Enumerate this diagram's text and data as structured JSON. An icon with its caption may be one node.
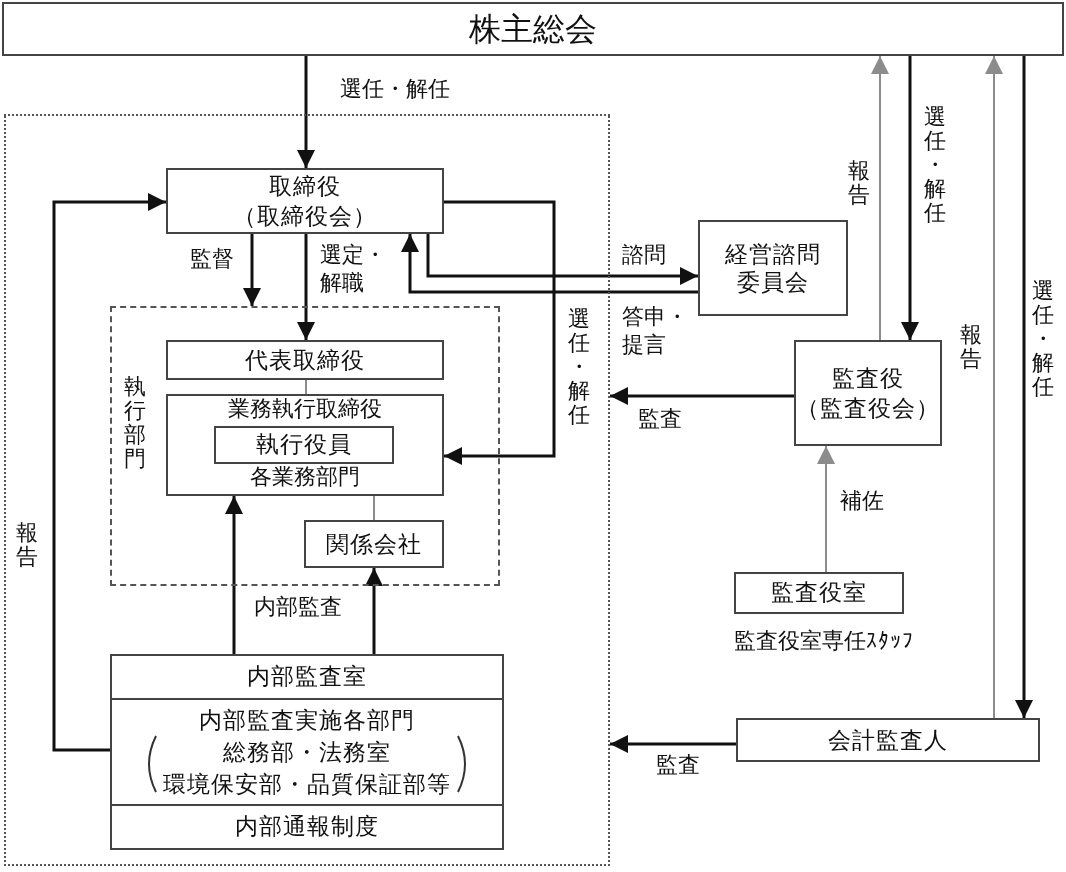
{
  "diagram": {
    "nodes": [
      {
        "text": [
          "株主総会"
        ]
      },
      {
        "text": [],
        "shape": "box"
      },
      {
        "text": [
          "取締役",
          "（取締役会）"
        ],
        "in": 1
      },
      {
        "text": [
          "経営諮問委員会"
        ]
      },
      {
        "text": [
          "執行部門"
        ],
        "in": 1
      },
      {
        "text": [
          "代表取締役"
        ],
        "in": 4
      },
      {
        "text": [
          "業務執行取締役",
          "各業務部門"
        ],
        "in": 4
      },
      {
        "text": [
          "執行役員"
        ],
        "in": 6
      },
      {
        "text": [
          "関係会社"
        ],
        "in": 4
      },
      {
        "text": [
          "監査役",
          "（監査役会）"
        ]
      },
      {
        "text": [
          "監査役室"
        ],
        "beside": [
          "監査役室専任ｽﾀｯﾌ"
        ]
      },
      {
        "text": [
          "内部監査室",
          "内部監査実施各部門",
          "総務部・法務室",
          "環境保安部・品質保証部等",
          "内部通報制度"
        ],
        "in": 1
      },
      {
        "text": [
          "会計監査人"
        ]
      }
    ],
    "edges": [
      {
        "from": 0,
        "to": 2,
        "arrow": "to",
        "label": "選任・解任"
      },
      {
        "from": 2,
        "to": 5,
        "arrow": "to",
        "label": "選定・解職"
      },
      {
        "from": 2,
        "to": 4,
        "arrow": "to",
        "label": "監督"
      },
      {
        "from": 2,
        "to": 6,
        "arrow": "to",
        "label": "選任・解任"
      },
      {
        "from": 2,
        "to": 3,
        "arrow": "to",
        "label": "諮問"
      },
      {
        "from": 3,
        "to": 2,
        "arrow": "to",
        "label": "答申・提言"
      },
      {
        "from": 9,
        "to": 0,
        "arrow": "to",
        "label": "報告",
        "color": "#8c8c8c"
      },
      {
        "from": 0,
        "to": 9,
        "arrow": "to",
        "label": "選任・解任"
      },
      {
        "from": 12,
        "to": 0,
        "arrow": "to",
        "label": "報告",
        "color": "#8c8c8c"
      },
      {
        "from": 0,
        "to": 12,
        "arrow": "to",
        "label": "選任・解任"
      },
      {
        "from": 9,
        "to": 1,
        "arrow": "to",
        "label": "監査"
      },
      {
        "from": 10,
        "to": 9,
        "arrow": "to",
        "label": "補佐",
        "color": "#8c8c8c"
      },
      {
        "from": 12,
        "to": 1,
        "arrow": "to",
        "label": "監査"
      },
      {
        "from": 11,
        "to": 6,
        "arrow": "to",
        "label": "内部監査"
      },
      {
        "from": 11,
        "to": 8,
        "arrow": "to"
      },
      {
        "from": 11,
        "to": 2,
        "arrow": "to",
        "label": "報告"
      },
      {
        "from": 5,
        "to": 6,
        "arrow": "none",
        "color": "#8c8c8c"
      },
      {
        "from": 6,
        "to": 8,
        "arrow": "none",
        "color": "#8c8c8c"
      }
    ]
  }
}
